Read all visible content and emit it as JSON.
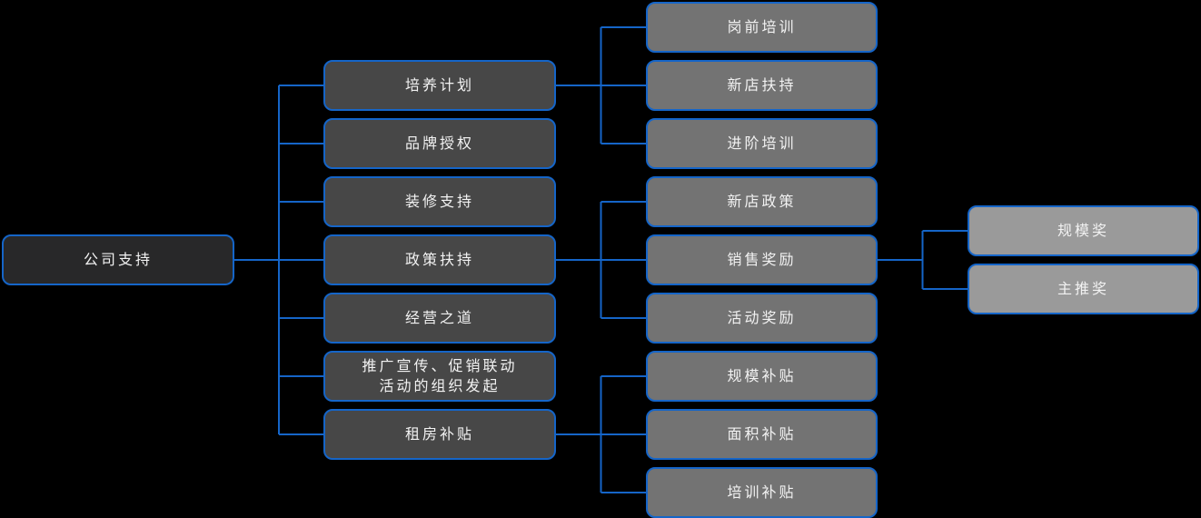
{
  "diagram": {
    "title": "公司支持 mind map",
    "styles": {
      "background": "#000000",
      "line_color": "#1565c8",
      "border_color": "#1565c8",
      "text_color": "#f2f2f2",
      "level_fills": [
        "#282829",
        "#474747",
        "#737373",
        "#9a9a9a"
      ]
    },
    "tree": {
      "label": "公司支持",
      "children": [
        {
          "label": "培养计划",
          "children": [
            {
              "label": "岗前培训"
            },
            {
              "label": "新店扶持"
            },
            {
              "label": "进阶培训"
            }
          ]
        },
        {
          "label": "品牌授权"
        },
        {
          "label": "装修支持"
        },
        {
          "label": "政策扶持",
          "children": [
            {
              "label": "新店政策"
            },
            {
              "label": "销售奖励",
              "children": [
                {
                  "label": "规模奖"
                },
                {
                  "label": "主推奖"
                }
              ]
            },
            {
              "label": "活动奖励"
            }
          ]
        },
        {
          "label": "经营之道"
        },
        {
          "label": "推广宣传、促销联动\n活动的组织发起"
        },
        {
          "label": "租房补贴",
          "children": [
            {
              "label": "规模补贴"
            },
            {
              "label": "面积补贴"
            },
            {
              "label": "培训补贴"
            }
          ]
        }
      ]
    }
  }
}
